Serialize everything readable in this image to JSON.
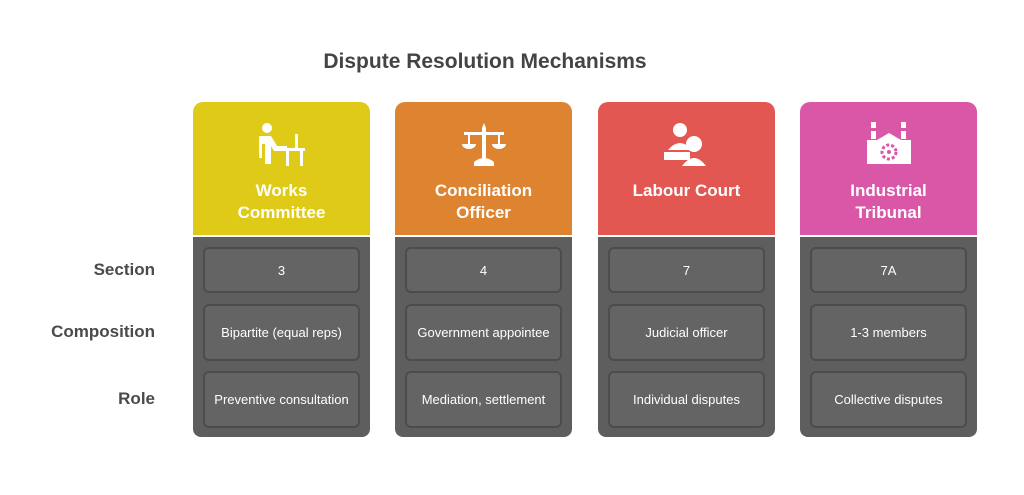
{
  "title": "Dispute Resolution Mechanisms",
  "row_labels": [
    "Section",
    "Composition",
    "Role"
  ],
  "columns": [
    {
      "name": "Works Committee",
      "icon": "person-at-desk-icon",
      "color": "#DFCB17",
      "section": "3",
      "composition": "Bipartite (equal reps)",
      "role": "Preventive consultation"
    },
    {
      "name": "Conciliation Officer",
      "icon": "scales-icon",
      "color": "#DE8431",
      "section": "4",
      "composition": "Government appointee",
      "role": "Mediation, settlement"
    },
    {
      "name": "Labour Court",
      "icon": "judge-people-icon",
      "color": "#E35752",
      "section": "7",
      "composition": "Judicial officer",
      "role": "Individual disputes"
    },
    {
      "name": "Industrial Tribunal",
      "icon": "factory-gear-icon",
      "color": "#DA56A7",
      "section": "7A",
      "composition": "1-3 members",
      "role": "Collective disputes"
    }
  ]
}
